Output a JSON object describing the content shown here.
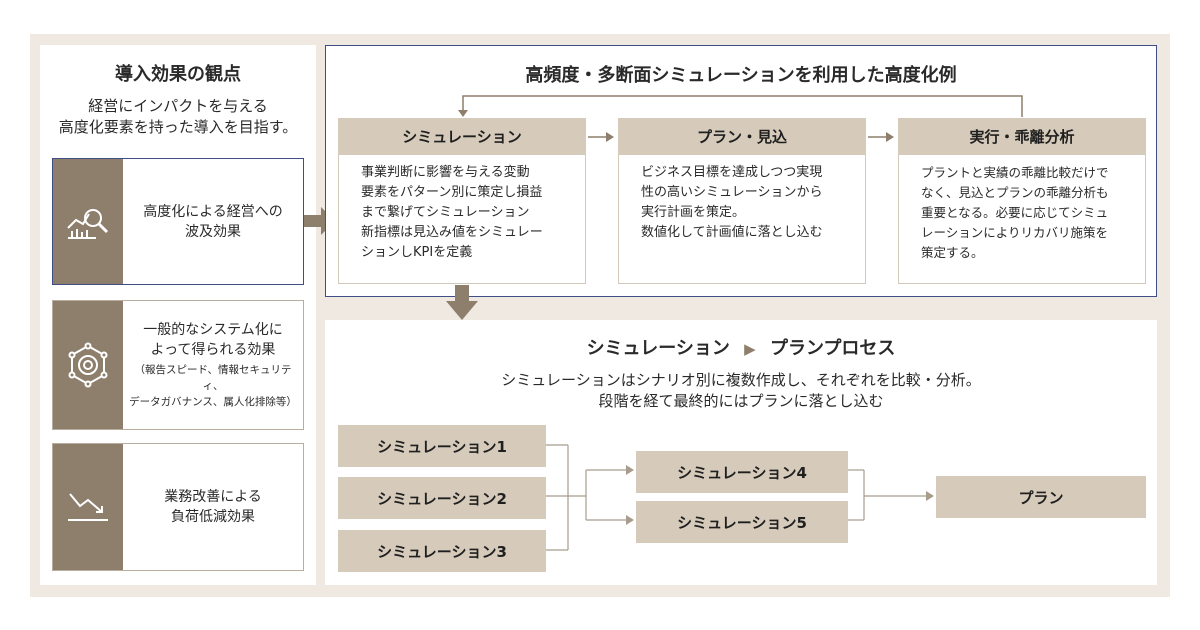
{
  "left": {
    "title": "導入効果の観点",
    "subtitle_line1": "経営にインパクトを与える",
    "subtitle_line2": "高度化要素を持った導入を目指す。",
    "items": [
      {
        "icon": "analytics-magnifier-icon",
        "line1": "高度化による経営への",
        "line2": "波及効果"
      },
      {
        "icon": "gear-network-icon",
        "line1": "一般的なシステム化に",
        "line2": "よって得られる効果",
        "note1": "（報告スピード、情報セキュリティ、",
        "note2": "データガバナンス、属人化排除等）"
      },
      {
        "icon": "downtrend-icon",
        "line1": "業務改善による",
        "line2": "負荷低減効果"
      }
    ]
  },
  "top": {
    "title": "高頻度・多断面シミュレーションを利用した高度化例",
    "steps": [
      {
        "label": "シミュレーション",
        "lines": [
          "事業判断に影響を与える変動",
          "要素をパターン別に策定し損益",
          "まで繋げてシミュレーション",
          "新指標は見込み値をシミュレー",
          "ションしKPIを定義"
        ]
      },
      {
        "label": "プラン・見込",
        "lines": [
          "ビジネス目標を達成しつつ実現",
          "性の高いシミュレーションから",
          "実行計画を策定。",
          "数値化して計画値に落とし込む"
        ]
      },
      {
        "label": "実行・乖離分析",
        "lines": [
          "プラントと実績の乖離比較だけで",
          "なく、見込とプランの乖離分析も",
          "重要となる。必要に応じてシミュ",
          "レーションによりリカバリ施策を",
          "策定する。"
        ]
      }
    ]
  },
  "bottom": {
    "title_left": "シミュレーション",
    "title_right": "プランプロセス",
    "subtitle_line1": "シミュレーションはシナリオ別に複数作成し、それぞれを比較・分析。",
    "subtitle_line2": "段階を経て最終的にはプランに落とし込む",
    "sims": [
      "シミュレーション1",
      "シミュレーション2",
      "シミュレーション3",
      "シミュレーション4",
      "シミュレーション5"
    ],
    "plan": "プラン"
  },
  "colors": {
    "frame": "#efe9e1",
    "tan_box": "#d6cbbb",
    "icon_col": "#8e7f6d",
    "arrow": "#8e7f6d",
    "highlight_border": "#3f4f86"
  }
}
